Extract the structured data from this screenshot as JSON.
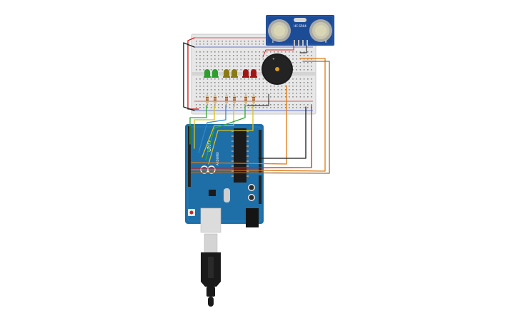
{
  "circuit": {
    "sensor": {
      "model_label": "HC-SR04",
      "pin_left": "E",
      "pin_right": "R"
    },
    "arduino": {
      "brand": "ARDUINO",
      "model": "UNO"
    },
    "led_colors": [
      "#2e9e2e",
      "#2e9e2e",
      "#8a7a12",
      "#8a7a12",
      "#a31515",
      "#a31515"
    ],
    "wire_colors": {
      "power": "#d32020",
      "ground": "#1a1a1a",
      "signal_green": "#2fa82f",
      "signal_yellow": "#d8c21a",
      "signal_blue": "#2a8ad0",
      "signal_orange": "#e07a10",
      "signal_brown": "#9a6a3a"
    },
    "board_color": "#1e6fa8",
    "breadboard_color": "#e7e7e7"
  }
}
